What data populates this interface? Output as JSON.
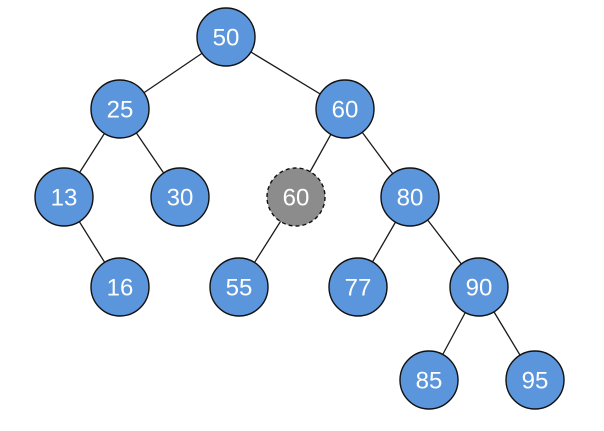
{
  "colors": {
    "node_fill": "#5b95db",
    "removed_fill": "#8c8c8c",
    "edge": "#1a1a1a",
    "background": "#ffffff"
  },
  "tree": {
    "nodes": [
      {
        "id": "n50",
        "label": "50",
        "status": "normal"
      },
      {
        "id": "n25",
        "label": "25",
        "status": "normal"
      },
      {
        "id": "n60a",
        "label": "60",
        "status": "normal"
      },
      {
        "id": "n13",
        "label": "13",
        "status": "normal"
      },
      {
        "id": "n30",
        "label": "30",
        "status": "normal"
      },
      {
        "id": "n60b",
        "label": "60",
        "status": "removed"
      },
      {
        "id": "n80",
        "label": "80",
        "status": "normal"
      },
      {
        "id": "n16",
        "label": "16",
        "status": "normal"
      },
      {
        "id": "n55",
        "label": "55",
        "status": "normal"
      },
      {
        "id": "n77",
        "label": "77",
        "status": "normal"
      },
      {
        "id": "n90",
        "label": "90",
        "status": "normal"
      },
      {
        "id": "n85",
        "label": "85",
        "status": "normal"
      },
      {
        "id": "n95",
        "label": "95",
        "status": "normal"
      }
    ],
    "edges": [
      [
        "n50",
        "n25"
      ],
      [
        "n50",
        "n60a"
      ],
      [
        "n25",
        "n13"
      ],
      [
        "n25",
        "n30"
      ],
      [
        "n60a",
        "n60b"
      ],
      [
        "n60a",
        "n80"
      ],
      [
        "n13",
        "n16"
      ],
      [
        "n60b",
        "n55"
      ],
      [
        "n80",
        "n77"
      ],
      [
        "n80",
        "n90"
      ],
      [
        "n90",
        "n85"
      ],
      [
        "n90",
        "n95"
      ]
    ]
  }
}
